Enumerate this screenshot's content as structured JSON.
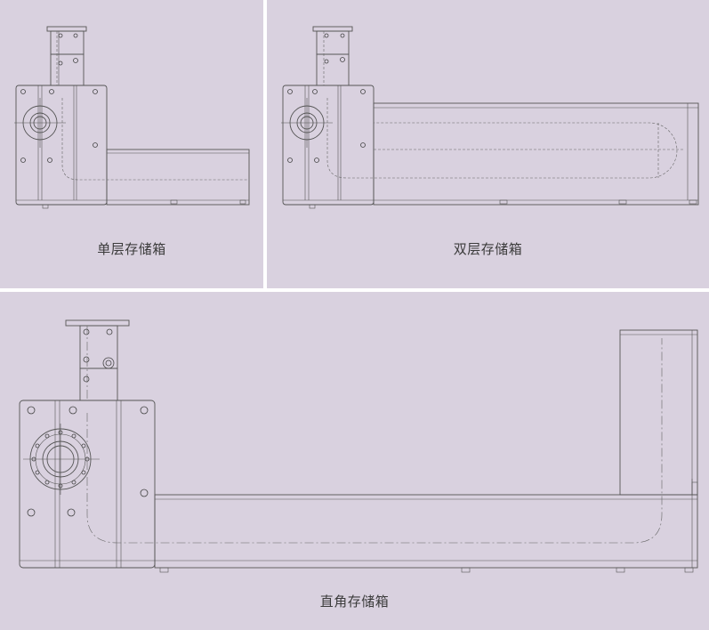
{
  "panels": {
    "single": {
      "caption": "单层存储箱"
    },
    "double": {
      "caption": "双层存储箱"
    },
    "corner": {
      "caption": "直角存储箱"
    }
  },
  "colors": {
    "panel_background": "#d9d1df",
    "divider": "#ffffff",
    "line": "#555555",
    "caption_text": "#3b3b3b"
  }
}
